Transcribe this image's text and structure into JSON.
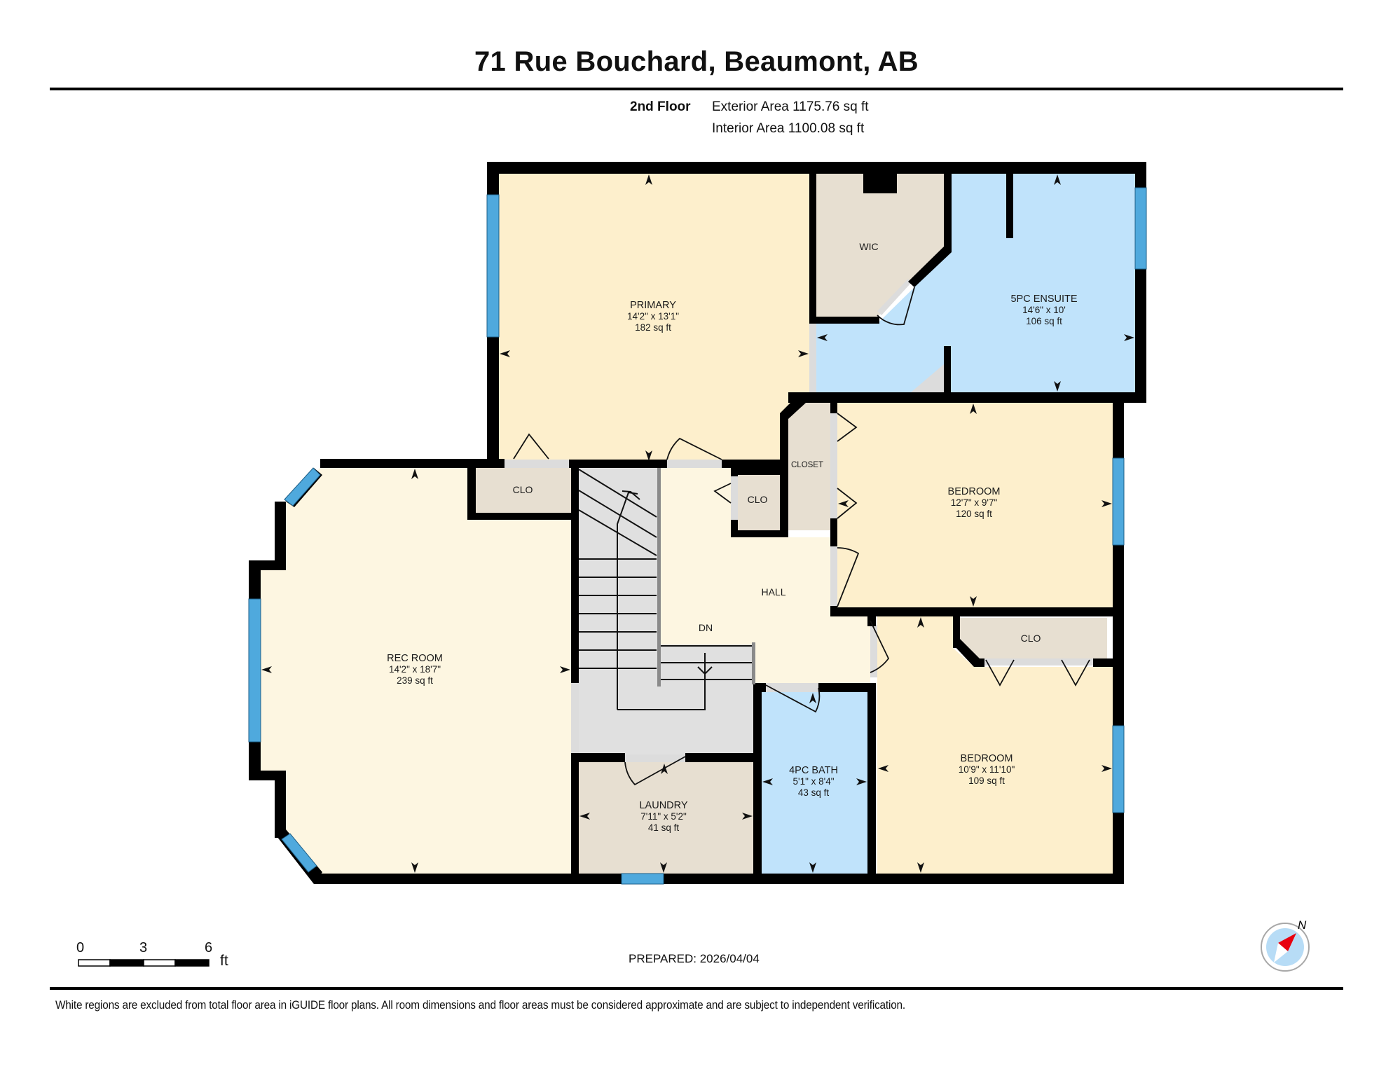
{
  "header": {
    "title": "71 Rue Bouchard, Beaumont, AB",
    "floor": "2nd Floor",
    "exterior_area": "Exterior Area 1175.76 sq ft",
    "interior_area": "Interior Area 1100.08 sq ft"
  },
  "rooms": {
    "primary": {
      "name": "PRIMARY",
      "dims": "14'2\" x 13'1\"",
      "area": "182 sq ft"
    },
    "wic": {
      "name": "WIC"
    },
    "ensuite": {
      "name": "5PC ENSUITE",
      "dims": "14'6\" x 10'",
      "area": "106 sq ft"
    },
    "closet": {
      "name": "CLOSET"
    },
    "bedroom1": {
      "name": "BEDROOM",
      "dims": "12'7\" x 9'7\"",
      "area": "120 sq ft"
    },
    "clo_rec": {
      "name": "CLO"
    },
    "clo_hall": {
      "name": "CLO"
    },
    "hall": {
      "name": "HALL"
    },
    "stairs": {
      "label": "DN"
    },
    "rec_room": {
      "name": "REC ROOM",
      "dims": "14'2\" x 18'7\"",
      "area": "239 sq ft"
    },
    "clo_bed2": {
      "name": "CLO"
    },
    "bedroom2": {
      "name": "BEDROOM",
      "dims": "10'9\" x 11'10\"",
      "area": "109 sq ft"
    },
    "laundry": {
      "name": "LAUNDRY",
      "dims": "7'11\" x 5'2\"",
      "area": "41 sq ft"
    },
    "bath4pc": {
      "name": "4PC BATH",
      "dims": "5'1\" x 8'4\"",
      "area": "43 sq ft"
    }
  },
  "colors": {
    "wall": "#000000",
    "bedroom_fill": "#fdefcc",
    "hall_fill": "#fdf6e1",
    "closet_fill": "#e7dfd1",
    "bath_fill": "#c0e3fb",
    "stair_fill": "#e0e0e0",
    "window": "#4fa9dd"
  },
  "scale_bar": {
    "ticks": [
      "0",
      "3",
      "6"
    ],
    "unit": "ft"
  },
  "footer": {
    "prepared": "PREPARED: 2026/04/04",
    "compass_label": "N",
    "disclaimer": "White regions are excluded from total floor area in iGUIDE floor plans. All room dimensions and floor areas must be considered approximate and are subject to independent verification."
  }
}
